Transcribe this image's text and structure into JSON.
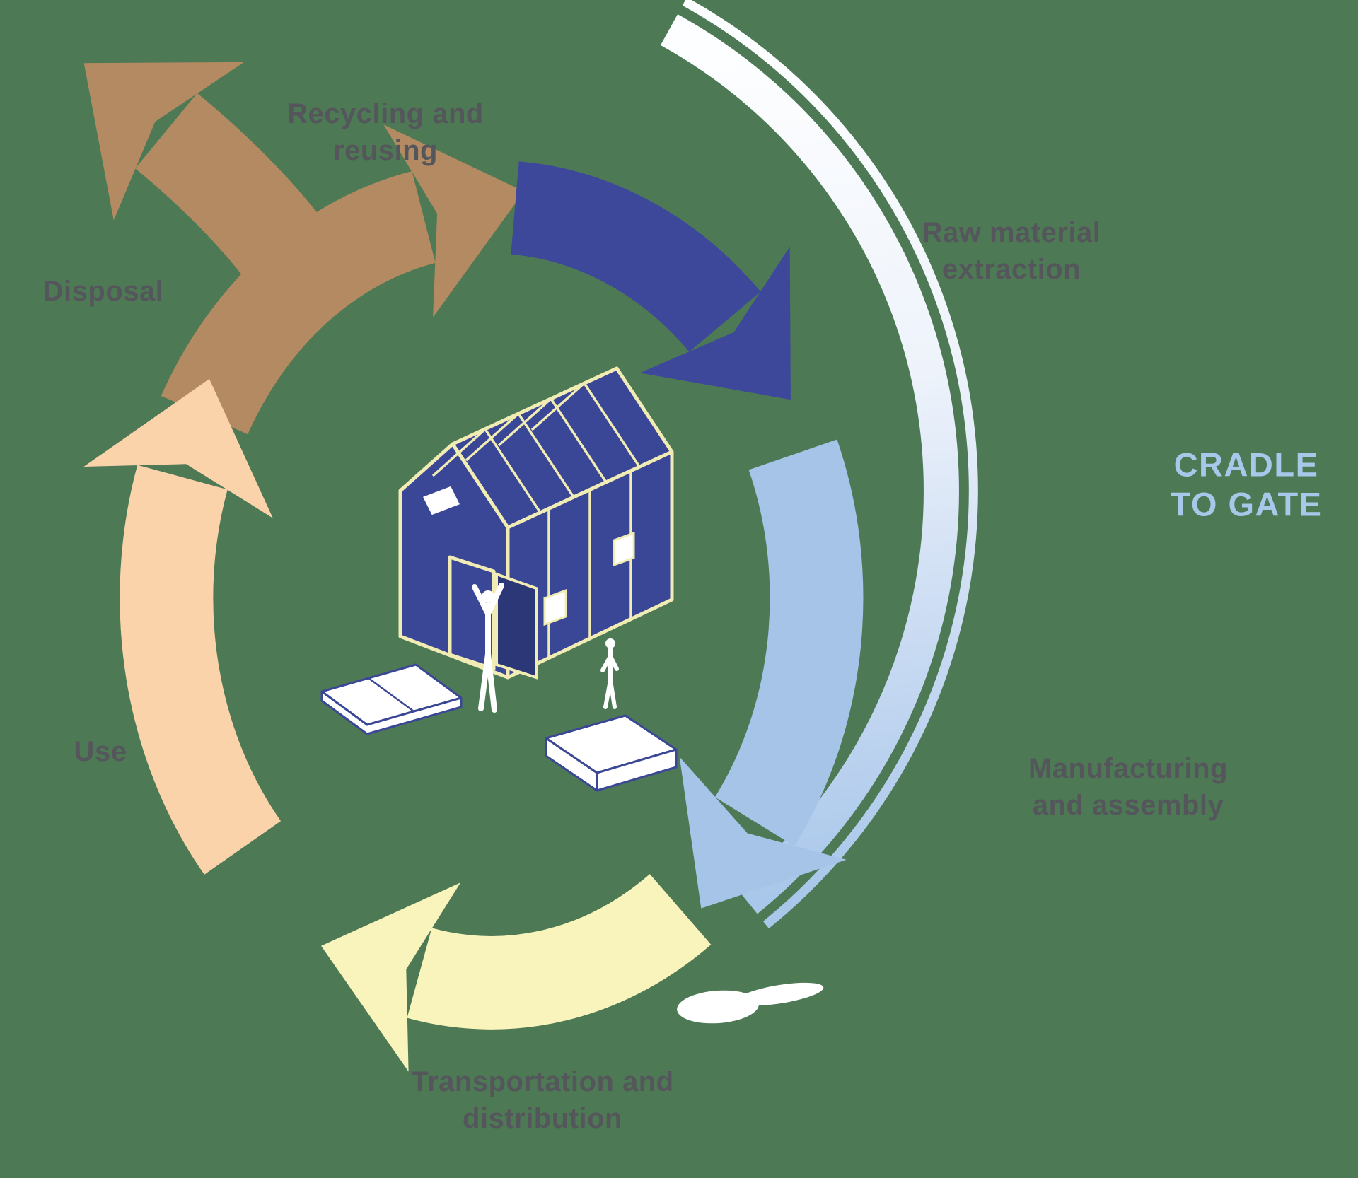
{
  "title": "Shelter life cycle diagram",
  "labels": {
    "recycling": {
      "line1": "Recycling and",
      "line2": "reusing"
    },
    "disposal": {
      "line1": "Disposal"
    },
    "raw_material": {
      "line1": "Raw material",
      "line2": "extraction"
    },
    "cradle_to_gate": {
      "line1": "CRADLE",
      "line2": "TO GATE"
    },
    "manufacturing": {
      "line1": "Manufacturing",
      "line2": "and assembly"
    },
    "use": {
      "line1": "Use"
    },
    "transportation": {
      "line1": "Transportation and",
      "line2": "distribution"
    }
  },
  "cycle_order": [
    "Raw material extraction",
    "Manufacturing and assembly",
    "Transportation and distribution",
    "Use",
    "Disposal / Recycling and reusing"
  ],
  "colors": {
    "background": "#4D7955",
    "raw_material_arrow": "#3E489B",
    "manufacturing_arrow": "#A5C4E8",
    "transportation_arrow": "#F8F4BC",
    "use_arrow": "#FBD3AB",
    "recycling_arrow": "#B48A62",
    "arc_white": "#FDFEFF",
    "arc_blue": "#A9C7EA",
    "label_text": "#55565B",
    "cradle_text": "#A8C8EA",
    "shelter_blue": "#3A4796",
    "shelter_outline": "#F1ECB4",
    "shelter_door": "#2B3776"
  }
}
